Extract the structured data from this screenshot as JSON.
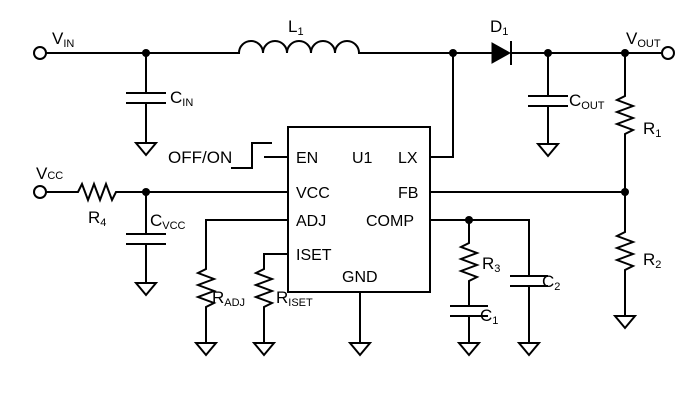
{
  "labels": {
    "vin_main": "V",
    "vin_sub": "IN",
    "vout_main": "V",
    "vout_sub": "OUT",
    "vcc_main": "V",
    "vcc_sub": "CC",
    "l1_main": "L",
    "l1_sub": "1",
    "d1_main": "D",
    "d1_sub": "1",
    "cin_main": "C",
    "cin_sub": "IN",
    "cout_main": "C",
    "cout_sub": "OUT",
    "cvcc_main": "C",
    "cvcc_sub": "VCC",
    "r1_main": "R",
    "r1_sub": "1",
    "r2_main": "R",
    "r2_sub": "2",
    "r3_main": "R",
    "r3_sub": "3",
    "r4_main": "R",
    "r4_sub": "4",
    "c1_main": "C",
    "c1_sub": "1",
    "c2_main": "C",
    "c2_sub": "2",
    "radj_main": "R",
    "radj_sub": "ADJ",
    "riset_main": "R",
    "riset_sub": "ISET",
    "offon": "OFF/ON"
  },
  "ic": {
    "name": "U1",
    "pins": {
      "en": "EN",
      "lx": "LX",
      "vcc": "VCC",
      "fb": "FB",
      "adj": "ADJ",
      "comp": "COMP",
      "iset": "ISET",
      "gnd": "GND"
    }
  }
}
